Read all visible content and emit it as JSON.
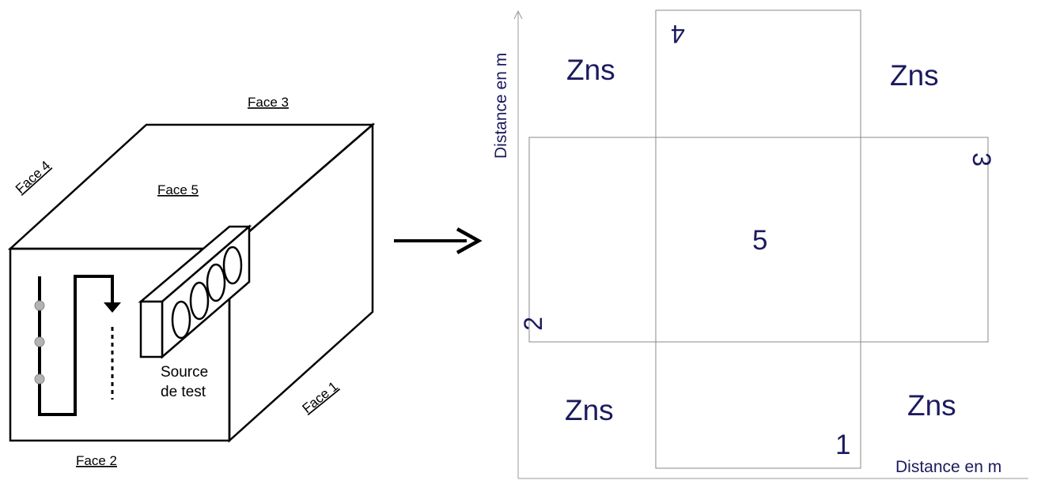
{
  "cube": {
    "face_labels": {
      "face1": "Face 1",
      "face2": "Face 2",
      "face3": "Face 3",
      "face4": "Face 4",
      "face5": "Face 5"
    },
    "source_label_line1": "Source",
    "source_label_line2": "de test"
  },
  "unfolded": {
    "axis_x_label": "Distance en m",
    "axis_y_label": "Distance en m",
    "face_numbers": {
      "n1": "1",
      "n2": "2",
      "n3": "3",
      "n4": "4",
      "n5": "5"
    },
    "zns_label": "Zns"
  },
  "colors": {
    "line": "#000000",
    "text_navy": "#1c1a5e",
    "grid_line": "#8a8a8a",
    "dot": "#b3b3b3"
  }
}
